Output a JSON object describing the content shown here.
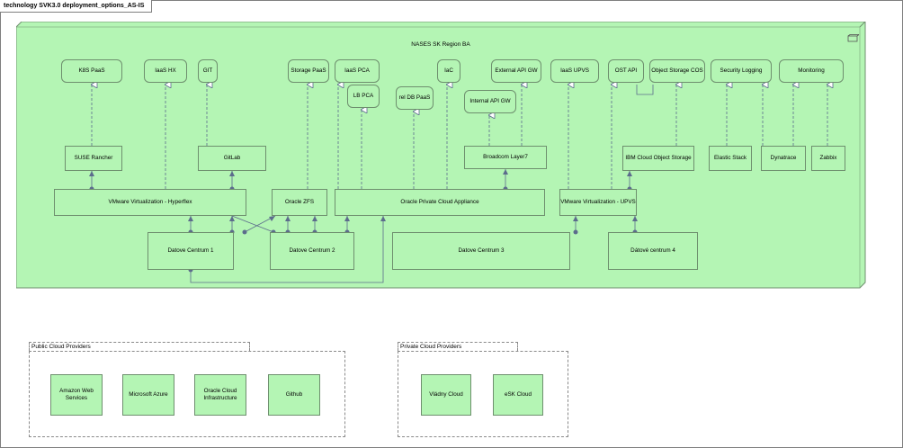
{
  "diagram_title": "technology SVK3.0 deployment_options_AS-IS",
  "region": {
    "label": "NASES SK Region BA"
  },
  "interfaces": [
    {
      "id": "k8s",
      "label": "K8S PaaS"
    },
    {
      "id": "iaashx",
      "label": "IaaS HX"
    },
    {
      "id": "git",
      "label": "GIT"
    },
    {
      "id": "storage",
      "label": "Storage PaaS"
    },
    {
      "id": "iaaspca",
      "label": "IaaS PCA"
    },
    {
      "id": "lbpca",
      "label": "LB PCA"
    },
    {
      "id": "reldb",
      "label": "rel DB PaaS"
    },
    {
      "id": "iac",
      "label": "IaC"
    },
    {
      "id": "extapi",
      "label": "External API GW"
    },
    {
      "id": "intapi",
      "label": "Internal API GW"
    },
    {
      "id": "iaasupvs",
      "label": "IaaS UPVS"
    },
    {
      "id": "ostapi",
      "label": "OST API"
    },
    {
      "id": "objcos",
      "label": "Object Storage COS"
    },
    {
      "id": "seclog",
      "label": "Security Logging"
    },
    {
      "id": "monitor",
      "label": "Monitoring"
    }
  ],
  "components": [
    {
      "id": "suse",
      "label": "SUSE Rancher"
    },
    {
      "id": "gitlab",
      "label": "GitLab"
    },
    {
      "id": "broadcom",
      "label": "Broadcom  Layer7"
    },
    {
      "id": "ibmcos",
      "label": "IBM Cloud Object Storage"
    },
    {
      "id": "elastic",
      "label": "Elastic Stack"
    },
    {
      "id": "dynatrace",
      "label": "Dynatrace"
    },
    {
      "id": "zabbix",
      "label": "Zabbix"
    }
  ],
  "platforms": [
    {
      "id": "vmwarehx",
      "label": "VMware Virtualization - Hyperflex"
    },
    {
      "id": "zfs",
      "label": "Oracle ZFS"
    },
    {
      "id": "pca",
      "label": "Oracle Private Cloud Appliance"
    },
    {
      "id": "vmwareupvs",
      "label": "VMware Virtualization - UPVS"
    }
  ],
  "datacenters": [
    {
      "id": "dc1",
      "label": "Datove Centrum 1"
    },
    {
      "id": "dc2",
      "label": "Datove Centrum 2"
    },
    {
      "id": "dc3",
      "label": "Datove Centrum 3"
    },
    {
      "id": "dc4",
      "label": "Dátové centrum 4"
    }
  ],
  "public_cloud": {
    "label": "Public Cloud Providers",
    "nodes": [
      {
        "label": "Amazon Web Services"
      },
      {
        "label": "Microsoft Azure"
      },
      {
        "label": "Oracle Cloud Infrastructure"
      },
      {
        "label": "Github"
      }
    ]
  },
  "private_cloud": {
    "label": "Private Cloud Providers",
    "nodes": [
      {
        "label": "Vládny Cloud"
      },
      {
        "label": "eSK Cloud"
      }
    ]
  }
}
